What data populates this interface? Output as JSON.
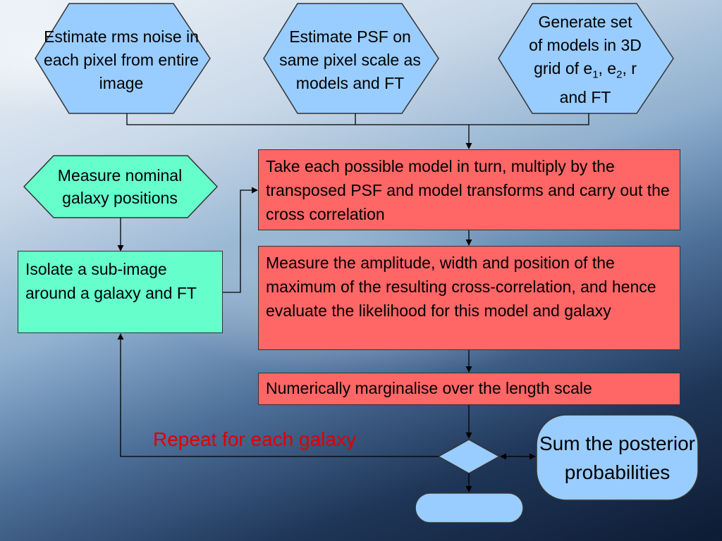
{
  "nodes": {
    "estimate_rms": "Estimate rms noise in each pixel from entire image",
    "estimate_psf": "Estimate PSF on same pixel scale as models and FT",
    "generate_models": {
      "line1": "Generate set",
      "line2": "of models in 3D",
      "grid_prefix": "grid of e",
      "sub1": "1",
      "sep": ", e",
      "sub2": "2",
      "grid_suffix": ", r",
      "line4": "and FT"
    },
    "measure_positions": "Measure nominal galaxy positions",
    "isolate_subimage": "Isolate a sub-image around a galaxy and FT",
    "cross_correlation": "Take each possible model in turn, multiply by the transposed PSF and model transforms and carry out the cross correlation",
    "measure_amplitude": "Measure the amplitude, width and position of the maximum of the resulting cross-correlation, and hence evaluate the likelihood for this model and galaxy",
    "marginalise": "Numerically marginalise over the length scale",
    "sum_posterior": "Sum the posterior probabilities",
    "decision": "",
    "terminal": ""
  },
  "loop_label": "Repeat for each galaxy",
  "colors": {
    "blue_shape": "#99ccff",
    "green_shape": "#66ffcc",
    "red_box": "#ff6666",
    "loop_label": "#e00000"
  }
}
